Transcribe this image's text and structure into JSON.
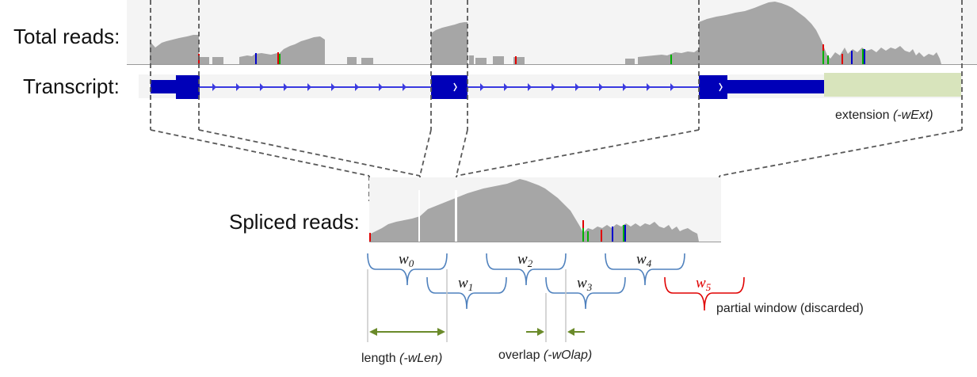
{
  "labels": {
    "total_reads": "Total reads:",
    "transcript": "Transcript:",
    "spliced_reads": "Spliced reads:"
  },
  "annotations": {
    "extension_prefix": "extension ",
    "extension_flag": "(-wExt)",
    "length_prefix": "length ",
    "length_flag": "(-wLen)",
    "overlap_prefix": "overlap ",
    "overlap_flag": "(-wOlap)",
    "partial_window": "partial window (discarded)"
  },
  "windows": [
    {
      "letter": "w",
      "sub": "0",
      "status": "kept"
    },
    {
      "letter": "w",
      "sub": "1",
      "status": "kept"
    },
    {
      "letter": "w",
      "sub": "2",
      "status": "kept"
    },
    {
      "letter": "w",
      "sub": "3",
      "status": "kept"
    },
    {
      "letter": "w",
      "sub": "4",
      "status": "kept"
    },
    {
      "letter": "w",
      "sub": "5",
      "status": "discarded"
    }
  ],
  "colors": {
    "coverage": "#a6a6a6",
    "transcript": "#0000b8",
    "extension": "#d8e4bc",
    "window_kept": "#4f81bd",
    "window_discarded": "#e00000",
    "arrow": "#6a8a2a",
    "dashed": "#595959"
  }
}
